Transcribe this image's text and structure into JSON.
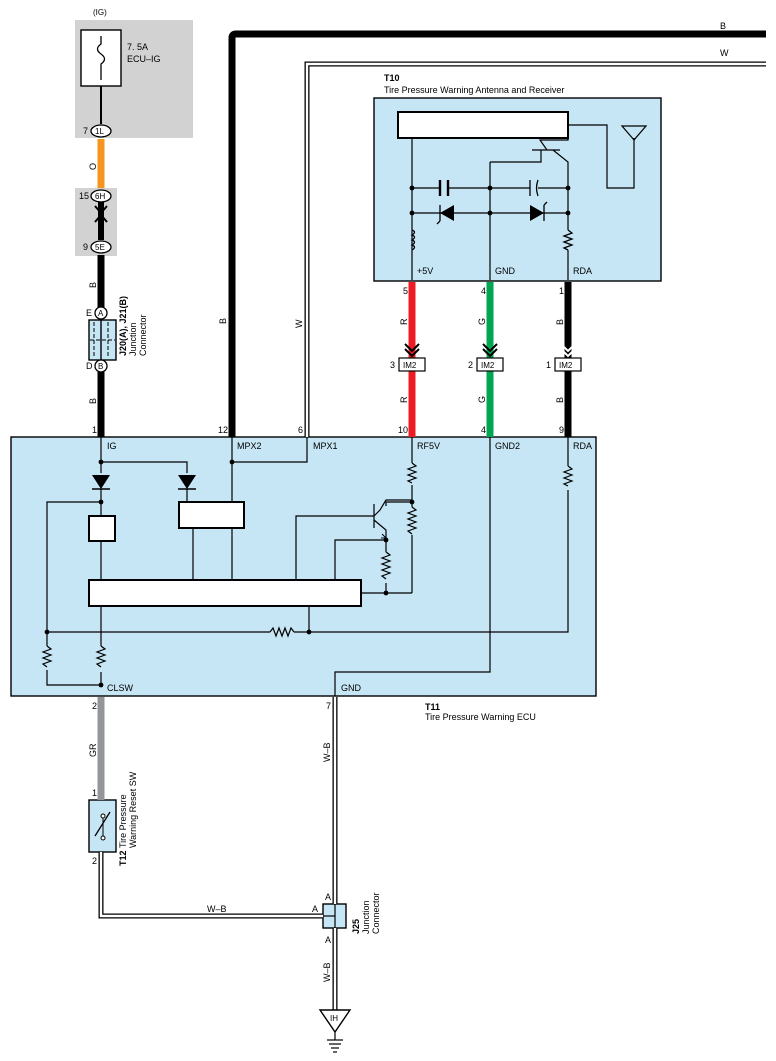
{
  "power": {
    "ig": "(IG)",
    "fuse_rating": "7. 5A",
    "fuse_name": "ECU–IG"
  },
  "connectors": {
    "c1l": {
      "pin": "7",
      "name": "1L"
    },
    "c6h": {
      "pin": "15",
      "name": "6H"
    },
    "c5e": {
      "pin": "9",
      "name": "5E"
    },
    "jA": {
      "pin": "E",
      "name": "A"
    },
    "jB": {
      "pin": "D",
      "name": "B"
    },
    "im2_3": {
      "pin": "3",
      "name": "IM2"
    },
    "im2_2": {
      "pin": "2",
      "name": "IM2"
    },
    "im2_1": {
      "pin": "1",
      "name": "IM2"
    },
    "ih": {
      "name": "IH"
    }
  },
  "junction_j20": {
    "code": "J20(A), J21(B)",
    "desc1": "Junction",
    "desc2": "Connector"
  },
  "junction_j25": {
    "code": "J25",
    "desc1": "Junction",
    "desc2": "Connector",
    "pin_top": "A",
    "pin_left": "A",
    "pin_bottom": "A"
  },
  "t10": {
    "code": "T10",
    "name": "Tire Pressure Warning Antenna and Receiver",
    "term_5v": "+5V",
    "term_gnd": "GND",
    "term_rda": "RDA",
    "pin_5v": "5",
    "pin_gnd": "4",
    "pin_rda": "1"
  },
  "t11": {
    "code": "T11",
    "name": "Tire Pressure Warning ECU",
    "term_ig": "IG",
    "term_mpx2": "MPX2",
    "term_mpx1": "MPX1",
    "term_rf5v": "RF5V",
    "term_gnd2": "GND2",
    "term_rda": "RDA",
    "term_clsw": "CLSW",
    "term_gnd": "GND",
    "pin_ig": "1",
    "pin_mpx2": "12",
    "pin_mpx1": "6",
    "pin_rf5v": "10",
    "pin_gnd2": "4",
    "pin_rda": "9",
    "pin_clsw": "2",
    "pin_gnd": "7"
  },
  "t12": {
    "code": "T12",
    "name1": "Tire Pressure",
    "name2": "Warning Reset SW",
    "pin_top": "1",
    "pin_bottom": "2"
  },
  "wires": {
    "o": "O",
    "b_top": "B",
    "b_mid": "B",
    "b_mpx2": "B",
    "w_mpx1": "W",
    "b_right": "B",
    "w_right": "W",
    "r_upper": "R",
    "r_lower": "R",
    "g_upper": "G",
    "g_lower": "G",
    "b_rda_upper": "B",
    "b_rda_lower": "B",
    "gr": "GR",
    "wb_vert": "W–B",
    "wb_horiz": "W–B",
    "wb_bottom": "W–B"
  },
  "colors": {
    "component_fill": "#c6e6f5",
    "splice_fill": "#d2d2d2",
    "orange": "#f7941d",
    "red": "#ed1c24",
    "green": "#00a651",
    "gray": "#939598"
  }
}
